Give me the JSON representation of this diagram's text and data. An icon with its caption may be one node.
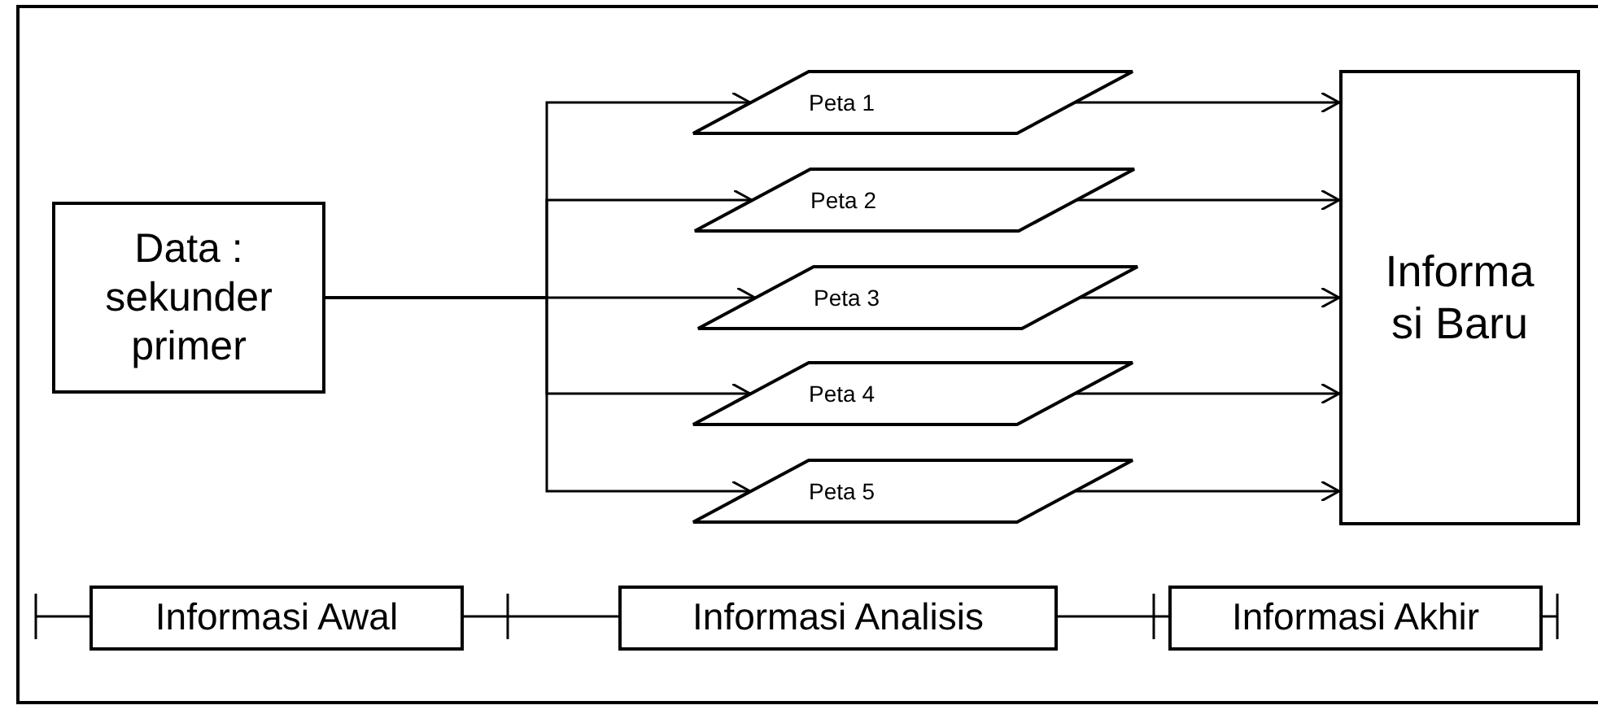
{
  "diagram": {
    "nodes": [
      {
        "text": [
          "Data : sekunder primer"
        ]
      },
      {
        "text": [
          "Peta 1"
        ]
      },
      {
        "text": [
          "Peta 2"
        ]
      },
      {
        "text": [
          "Peta 3"
        ]
      },
      {
        "text": [
          "Peta 4"
        ]
      },
      {
        "text": [
          "Peta 5"
        ]
      },
      {
        "text": [
          "Informa si Baru"
        ]
      },
      {
        "text": [
          "Informasi Awal"
        ]
      },
      {
        "text": [
          "Informasi Analisis"
        ]
      },
      {
        "text": [
          "Informasi Akhir"
        ]
      }
    ],
    "edges": [
      {
        "from": 0,
        "to": 1,
        "arrow": "to"
      },
      {
        "from": 0,
        "to": 2,
        "arrow": "to"
      },
      {
        "from": 0,
        "to": 3,
        "arrow": "to"
      },
      {
        "from": 0,
        "to": 4,
        "arrow": "to"
      },
      {
        "from": 0,
        "to": 5,
        "arrow": "to"
      },
      {
        "from": 1,
        "to": 6,
        "arrow": "to"
      },
      {
        "from": 2,
        "to": 6,
        "arrow": "to"
      },
      {
        "from": 3,
        "to": 6,
        "arrow": "to"
      },
      {
        "from": 4,
        "to": 6,
        "arrow": "to"
      },
      {
        "from": 5,
        "to": 6,
        "arrow": "to"
      }
    ]
  }
}
